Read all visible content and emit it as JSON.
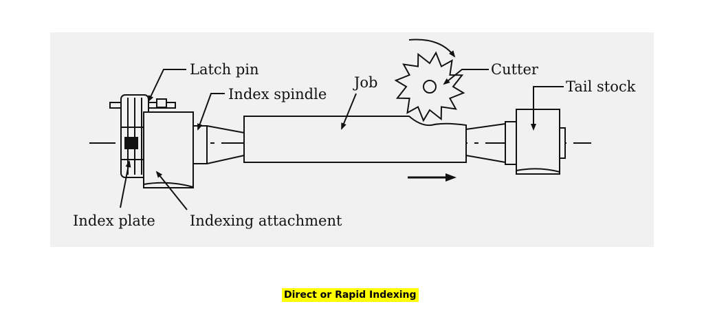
{
  "diagram": {
    "labels": {
      "latch_pin": "Latch pin",
      "index_spindle": "Index spindle",
      "job": "Job",
      "cutter": "Cutter",
      "tail_stock": "Tail stock",
      "index_plate": "Index plate",
      "indexing_attachment": "Indexing attachment"
    },
    "colors": {
      "panel_background": "#f1f1f1",
      "line": "#111111"
    }
  },
  "caption": {
    "text": "Direct or Rapid Indexing",
    "highlight_color": "#ffff00"
  }
}
